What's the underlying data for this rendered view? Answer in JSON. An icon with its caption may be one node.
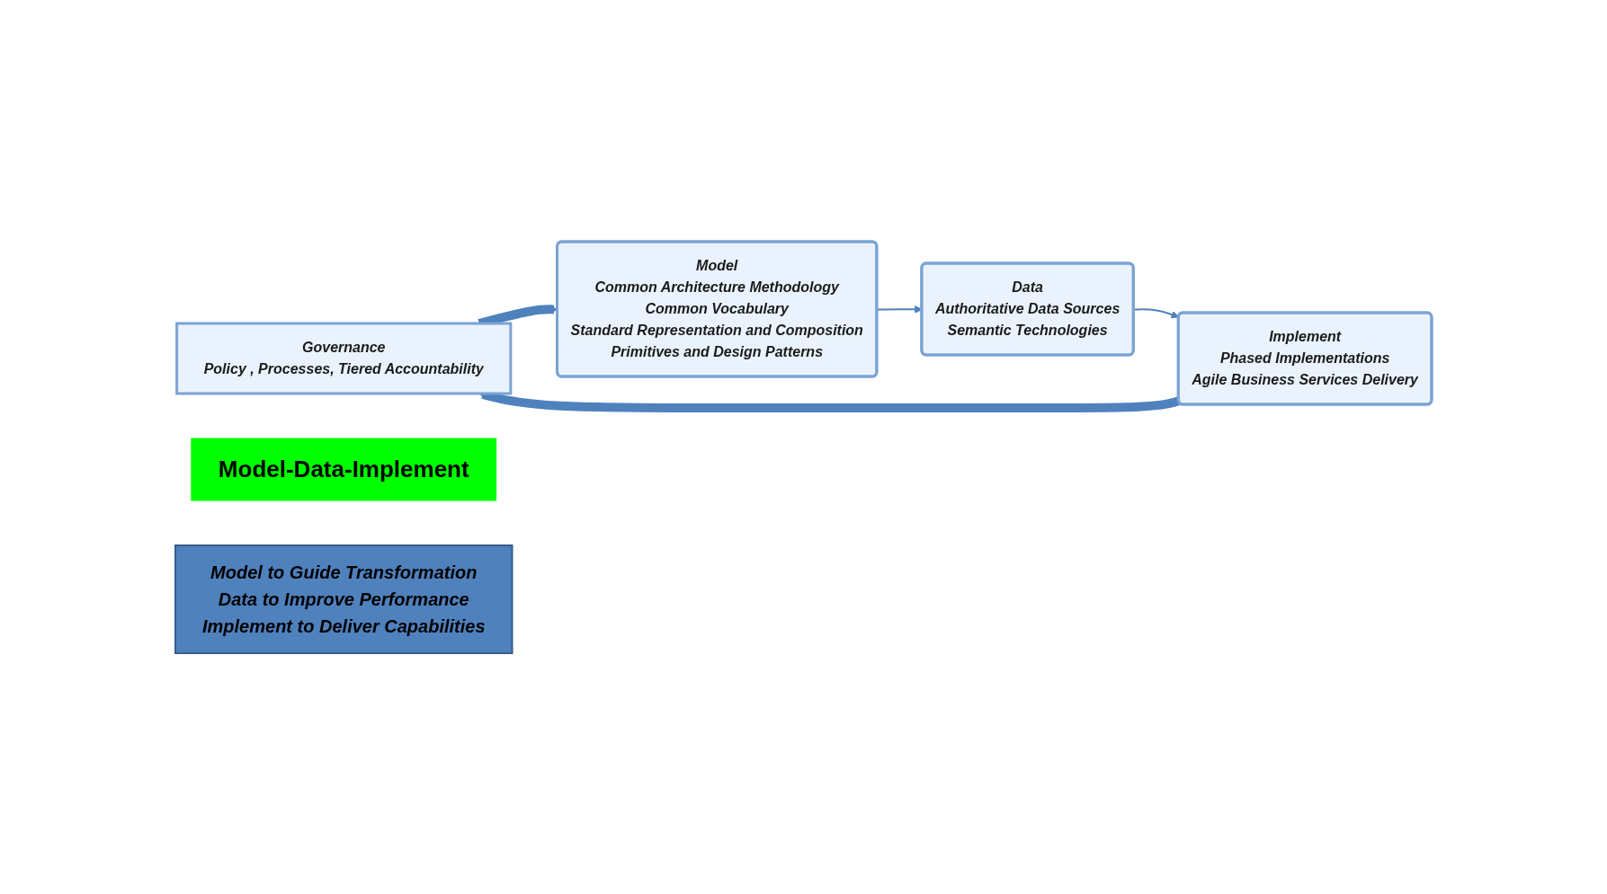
{
  "diagram": {
    "nodes": [
      {
        "text": [
          "Governance",
          "Policy , Processes, Tiered Accountability"
        ]
      },
      {
        "text": [
          "Model-Data-Implement"
        ]
      },
      {
        "text": [
          "Model",
          "Common Architecture Methodology",
          "Common Vocabulary",
          "Standard Representation and Composition",
          "Primitives and Design Patterns"
        ]
      },
      {
        "text": [
          "Data",
          "Authoritative Data Sources",
          "Semantic Technologies"
        ]
      },
      {
        "text": [
          "Implement",
          "Phased Implementations",
          "Agile Business Services Delivery"
        ]
      },
      {
        "text": [
          "Model to Guide Transformation",
          "Data to Improve Performance",
          "Implement to Deliver Capabilities"
        ]
      }
    ],
    "edges": [
      {
        "from": 2,
        "to": 3,
        "arrow": "to"
      },
      {
        "from": 3,
        "to": 4,
        "arrow": "to"
      },
      {
        "from": 4,
        "to": 0,
        "arrow": "to",
        "style": "thick"
      },
      {
        "from": 0,
        "to": 2,
        "arrow": "to",
        "style": "thick"
      }
    ]
  }
}
